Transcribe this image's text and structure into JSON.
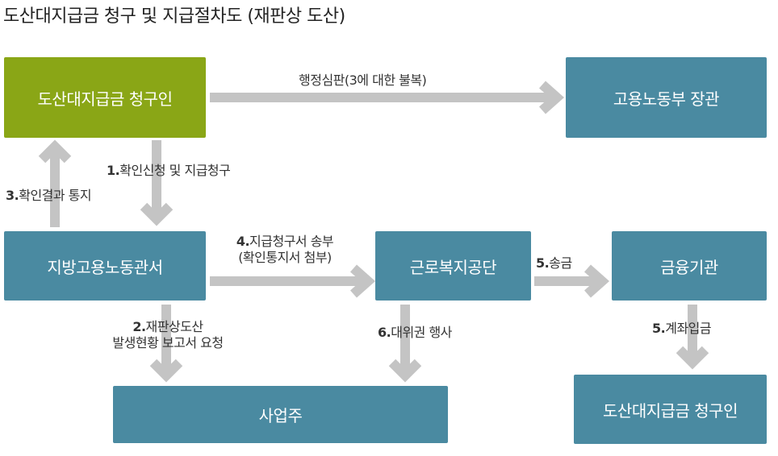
{
  "title": "도산대지급금 청구 및 지급절차도 (재판상 도산)",
  "colors": {
    "box_blue": "#4a8aa1",
    "box_green": "#8aa616",
    "arrow": "#c4c4c4"
  },
  "boxes": {
    "claimant_top": "도산대지급금 청구인",
    "minister": "고용노동부 장관",
    "district_office": "지방고용노동관서",
    "welfare_corp": "근로복지공단",
    "bank": "금융기관",
    "employer": "사업주",
    "claimant_bottom": "도산대지급금 청구인"
  },
  "labels": {
    "appeal": "행정심판(3에 대한 불복)",
    "step1": {
      "num": "1.",
      "text": "확인신청 및 지급청구"
    },
    "step3": {
      "num": "3.",
      "text": "확인결과 통지"
    },
    "step4": {
      "num": "4.",
      "text": "지급청구서 송부",
      "line2": "(확인통지서 첨부)"
    },
    "step5a": {
      "num": "5.",
      "text": "송금"
    },
    "step2": {
      "num": "2.",
      "text": "재판상도산",
      "line2": "발생현황 보고서 요청"
    },
    "step6": {
      "num": "6.",
      "text": "대위권 행사"
    },
    "step5b": {
      "num": "5.",
      "text": "계좌입금"
    }
  }
}
